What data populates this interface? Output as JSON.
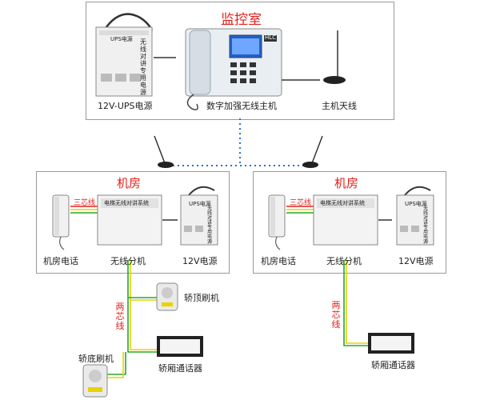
{
  "control_room": {
    "title": "监控室",
    "ups_label": "12V-UPS电源",
    "host_label": "数字加强无线主机",
    "antenna_label": "主机天线",
    "ups_face": {
      "top": "UPS电源",
      "side": "无线对讲专用电源"
    },
    "host_badge": "HLC"
  },
  "machine_rooms": [
    {
      "title": "机房",
      "phone_label": "机房电话",
      "splitter_label": "无线分机",
      "power_label": "12V电源",
      "wire_label": "三芯线",
      "splitter_face": "电梯无线对讲系统",
      "power_face": {
        "top": "UPS电源",
        "side": "无线对讲专用电源"
      }
    },
    {
      "title": "机房",
      "phone_label": "机房电话",
      "splitter_label": "无线分机",
      "power_label": "12V电源",
      "wire_label": "三芯线",
      "splitter_face": "电梯无线对讲系统",
      "power_face": {
        "top": "UPS电源",
        "side": "无线对讲专用电源"
      }
    }
  ],
  "car_left": {
    "wire_label": "两芯线",
    "top_station_label": "轿顶刷机",
    "bottom_station_label": "轿底刷机",
    "intercom_label": "轿厢通话器"
  },
  "car_right": {
    "wire_label": "两芯线",
    "intercom_label": "轿厢通话器"
  },
  "colors": {
    "red": "#e0201c",
    "yellow": "#e8d200",
    "green": "#2aa52a",
    "blue": "#2b6fd6"
  }
}
